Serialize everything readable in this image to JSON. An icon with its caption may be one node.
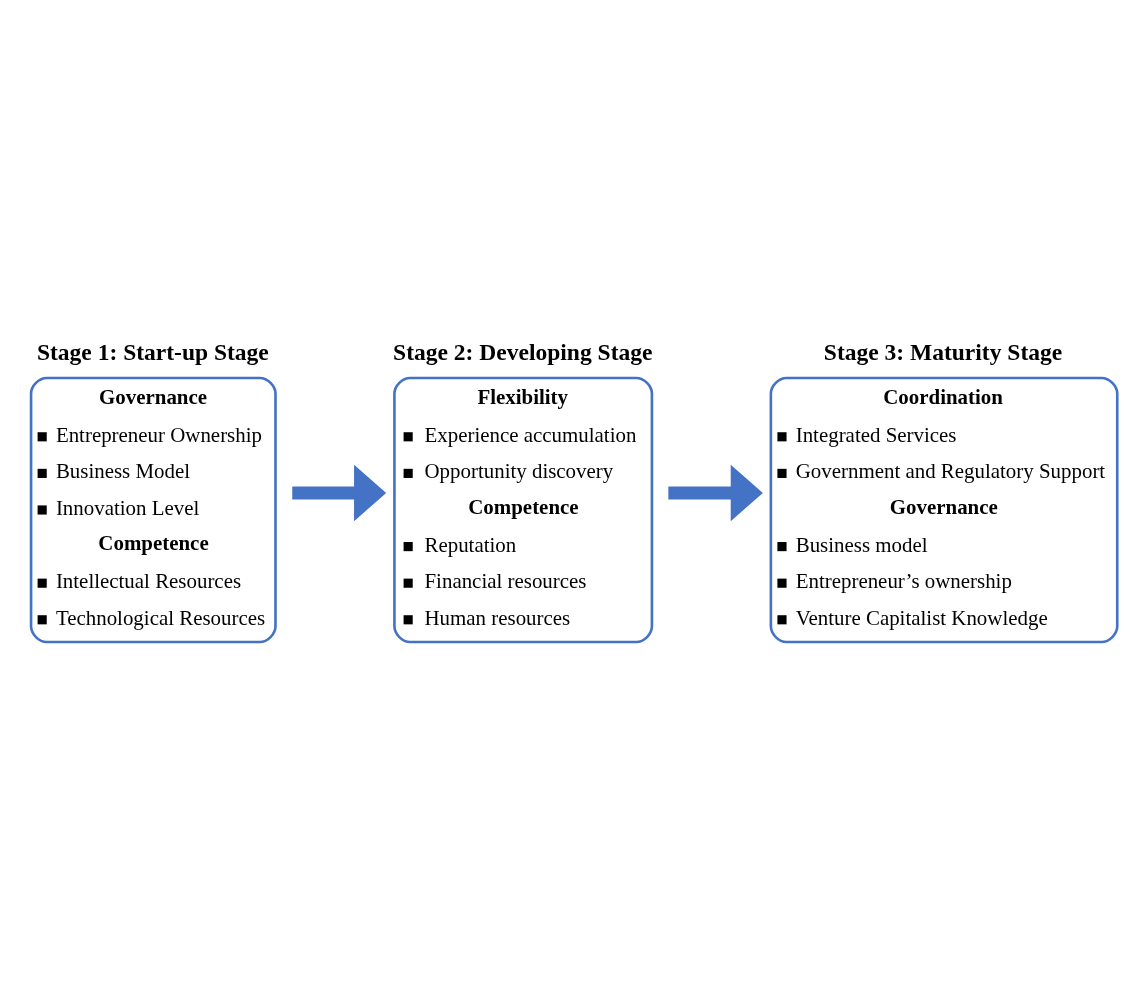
{
  "diagram": {
    "nodes": [
      {
        "text": [
          "Stage 1: Start-up Stage",
          "Governance",
          "Entrepreneur Ownership",
          "Business Model",
          "Innovation Level",
          "Competence",
          "Intellectual Resources",
          "Technological Resources"
        ]
      },
      {
        "text": [
          "Stage 2: Developing Stage",
          "Flexibility",
          "Experience accumulation",
          "Opportunity discovery",
          "Competence",
          "Reputation",
          "Financial resources",
          "Human resources"
        ]
      },
      {
        "text": [
          "Stage 3: Maturity Stage",
          "Coordination",
          "Integrated Services",
          "Government and Regulatory Support",
          "Governance",
          "Business model",
          "Entrepreneur’s ownership",
          "Venture Capitalist Knowledge"
        ]
      }
    ],
    "edges": [
      {
        "from": 0,
        "to": 1,
        "arrow": "to"
      },
      {
        "from": 1,
        "to": 2,
        "arrow": "to"
      }
    ]
  }
}
